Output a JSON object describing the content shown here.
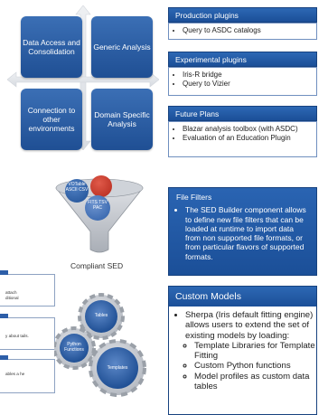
{
  "quadrants": {
    "top_left": "Data Access and Consolidation",
    "top_right": "Generic Analysis",
    "bottom_left": "Connection to other environments",
    "bottom_right": "Domain Specific Analysis"
  },
  "production": {
    "title": "Production plugins",
    "items": [
      "Query to ASDC catalogs"
    ]
  },
  "experimental": {
    "title": "Experimental plugins",
    "items": [
      "Iris-R bridge",
      "Query to Vizier"
    ]
  },
  "future": {
    "title": "Future Plans",
    "items": [
      "Blazar analysis toolbox (with ASDC)",
      "Evaluation of an Education Plugin"
    ]
  },
  "funnel": {
    "top_left": "VOTable ASCII CSV",
    "center": "FITS TSV PAC",
    "caption": "Compliant SED"
  },
  "file_filters": {
    "title": "File Filters",
    "text": "The SED Builder component allows to define new file filters that can be loaded at runtime to import data from non supported file formats, or from particular flavors of supported formats."
  },
  "gears": {
    "top": "Tables",
    "left": "Python Functions",
    "bottom": "Templates"
  },
  "left_cards": [
    "attach ditional",
    "y about tails.",
    "ables a he"
  ],
  "custom_models": {
    "title": "Custom Models",
    "intro": "Sherpa (Iris default fitting engine) allows users to extend the set of existing models by loading:",
    "items": [
      "Template Libraries for Template Fitting",
      "Custom Python functions",
      "Model profiles as custom data tables"
    ]
  },
  "colors": {
    "blue": "#1f4f94",
    "red": "#c0392b",
    "light_blue": "#6f8fbf"
  }
}
